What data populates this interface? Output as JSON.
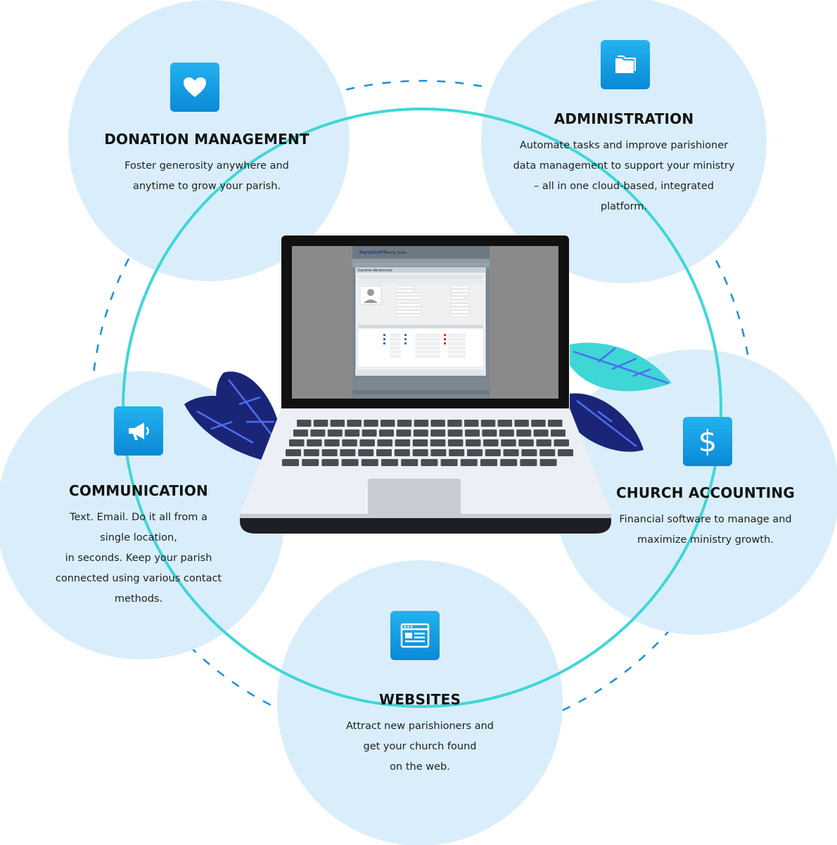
{
  "features": [
    {
      "id": "donation",
      "icon": "heart-icon",
      "title": "DONATION MANAGEMENT",
      "desc": [
        "Foster generosity anywhere and",
        "anytime to grow your parish."
      ]
    },
    {
      "id": "administration",
      "icon": "folder-icon",
      "title": "ADMINISTRATION",
      "desc": [
        "Automate tasks and improve parishioner",
        "data management to support your ministry",
        "– all in one cloud-based, integrated",
        "platform."
      ]
    },
    {
      "id": "communication",
      "icon": "megaphone-icon",
      "title": "COMMUNICATION",
      "desc": [
        "Text. Email. Do it all from a",
        "single location,",
        "in seconds. Keep your parish",
        "connected using various contact",
        "methods."
      ]
    },
    {
      "id": "accounting",
      "icon": "dollar-icon",
      "title": "CHURCH ACCOUNTING",
      "desc": [
        "Financial software to manage and",
        "maximize ministry growth."
      ]
    },
    {
      "id": "websites",
      "icon": "website-icon",
      "title": "WEBSITES",
      "desc": [
        "Attract new parishioners and",
        "get your church found",
        "on the web."
      ]
    }
  ],
  "screen": {
    "app_title": "Family Suite",
    "record_title": "Caroline Abramovitz"
  },
  "colors": {
    "bubble": "#d9eefa",
    "ring": "#3fd6d6",
    "dash": "#1a8fd8",
    "icon_top": "#23b2ef",
    "icon_bottom": "#0a89d6",
    "leaf_dark": "#1b2577",
    "leaf_teal": "#3fd6d6"
  }
}
